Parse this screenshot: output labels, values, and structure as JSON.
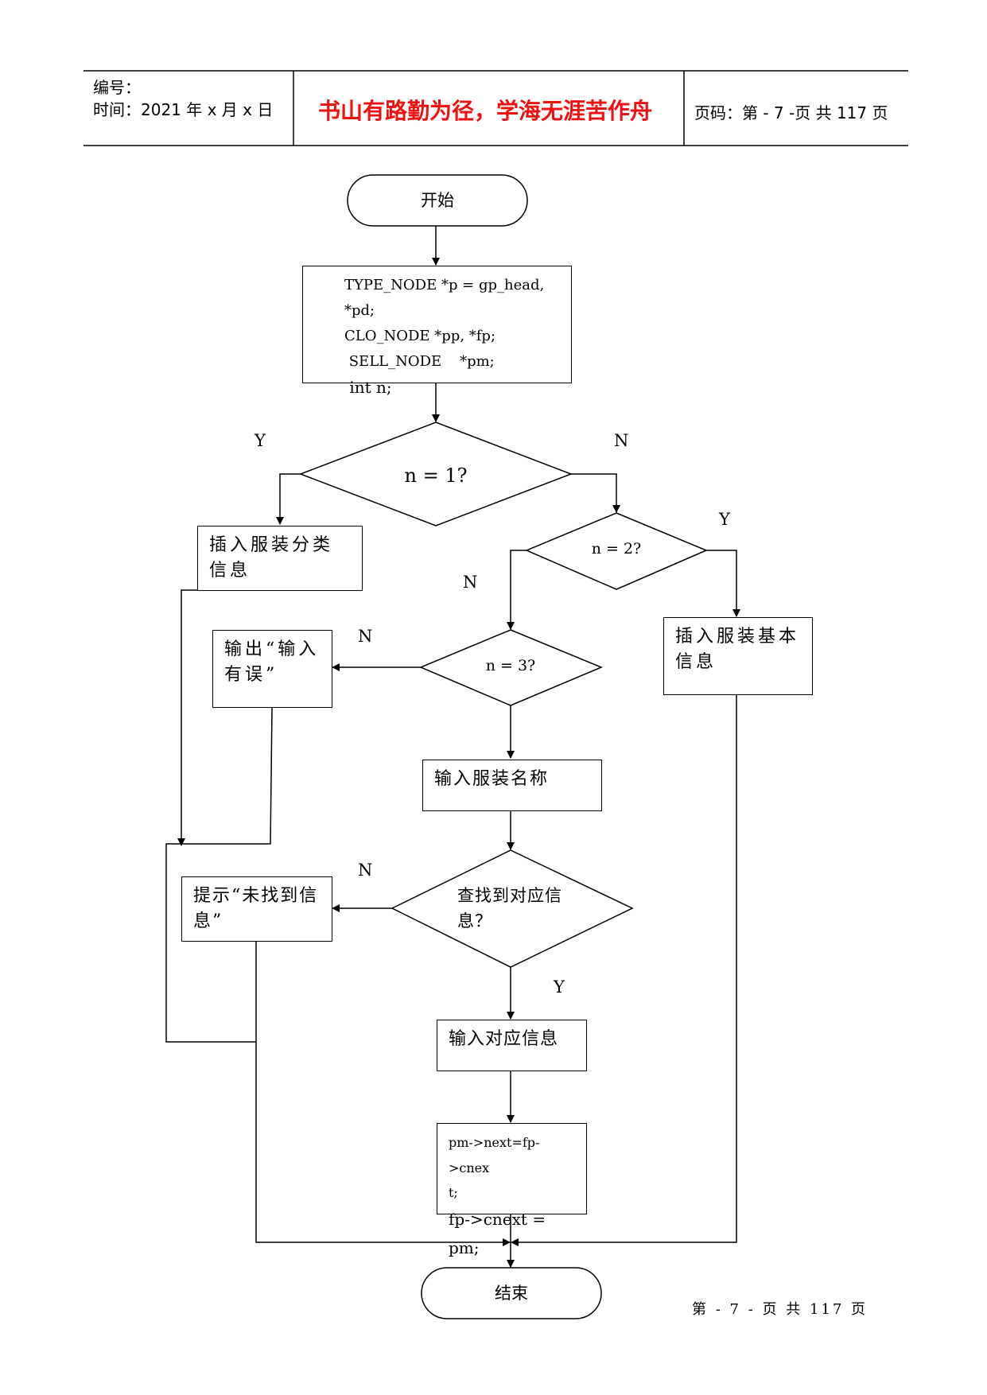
{
  "header": {
    "number_label": "编号：",
    "time_label": "时间：2021 年 x 月 x 日",
    "slogan": "书山有路勤为径，学海无涯苦作舟",
    "page_label": "页码：第 - 7 -页  共 117 页"
  },
  "flowchart": {
    "start": "开始",
    "declarations": {
      "line1": "TYPE_NODE *p = gp_head, *pd;",
      "line2": "CLO_NODE *pp, *fp;",
      "line3": " SELL_NODE    *pm;",
      "line4": " int n;"
    },
    "decision_n1": "n = 1?",
    "decision_n2": "n = 2?",
    "decision_n3": "n = 3?",
    "insert_category": "插入服装分类信息",
    "insert_basic": "插入服装基本信息",
    "output_error": "输出“输入有误”",
    "input_name": "输入服装名称",
    "decision_found": "查找到对应信息？",
    "prompt_not_found": "提示“未找到信息”",
    "input_info": "输入对应信息",
    "assign": {
      "line1": "pm->next=fp->cnex",
      "line2": "t;",
      "line3": "fp->cnext = pm;"
    },
    "end": "结束",
    "labels": {
      "y": "Y",
      "n": "N"
    }
  },
  "footer": {
    "page_text": "第  - 7 -  页  共  117  页"
  }
}
